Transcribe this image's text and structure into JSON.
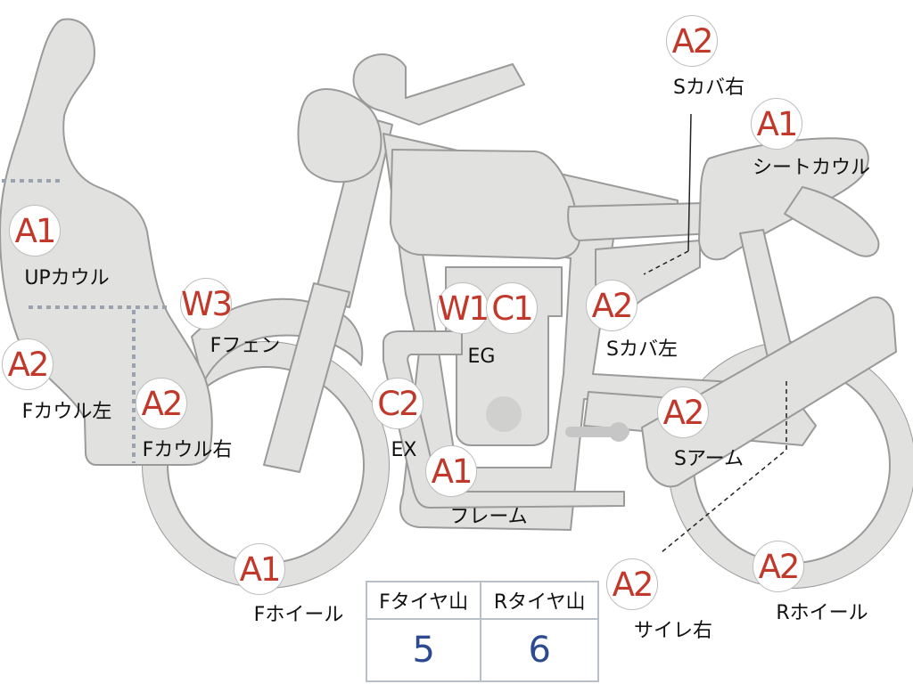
{
  "parts": [
    {
      "id": "up-cowl",
      "grade": "A1",
      "label": "UPカウル"
    },
    {
      "id": "f-cowl-left",
      "grade": "A2",
      "label": "Fカウル左"
    },
    {
      "id": "f-cowl-right",
      "grade": "A2",
      "label": "Fカウル右"
    },
    {
      "id": "f-fender",
      "grade": "W3",
      "label": "Fフェン"
    },
    {
      "id": "engine-w",
      "grade": "W1",
      "label": ""
    },
    {
      "id": "engine-c",
      "grade": "C1",
      "label": "EG"
    },
    {
      "id": "exhaust",
      "grade": "C2",
      "label": "EX"
    },
    {
      "id": "frame",
      "grade": "A1",
      "label": "フレーム"
    },
    {
      "id": "f-wheel",
      "grade": "A1",
      "label": "Fホイール"
    },
    {
      "id": "s-cover-left",
      "grade": "A2",
      "label": "Sカバ左"
    },
    {
      "id": "s-cover-right",
      "grade": "A2",
      "label": "Sカバ右"
    },
    {
      "id": "seat-cowl",
      "grade": "A1",
      "label": "シートカウル"
    },
    {
      "id": "swing-arm",
      "grade": "A2",
      "label": "Sアーム"
    },
    {
      "id": "muffler-right",
      "grade": "A2",
      "label": "サイレ右"
    },
    {
      "id": "r-wheel",
      "grade": "A2",
      "label": "Rホイール"
    }
  ],
  "tires": {
    "headers": [
      "Fタイヤ山",
      "Rタイヤ山"
    ],
    "values": [
      "5",
      "6"
    ]
  },
  "colors": {
    "grade_text": "#c0392b",
    "tire_value": "#2b4a8f",
    "bike_fill": "#e1e1df",
    "bike_outline": "#9a9a9a"
  }
}
